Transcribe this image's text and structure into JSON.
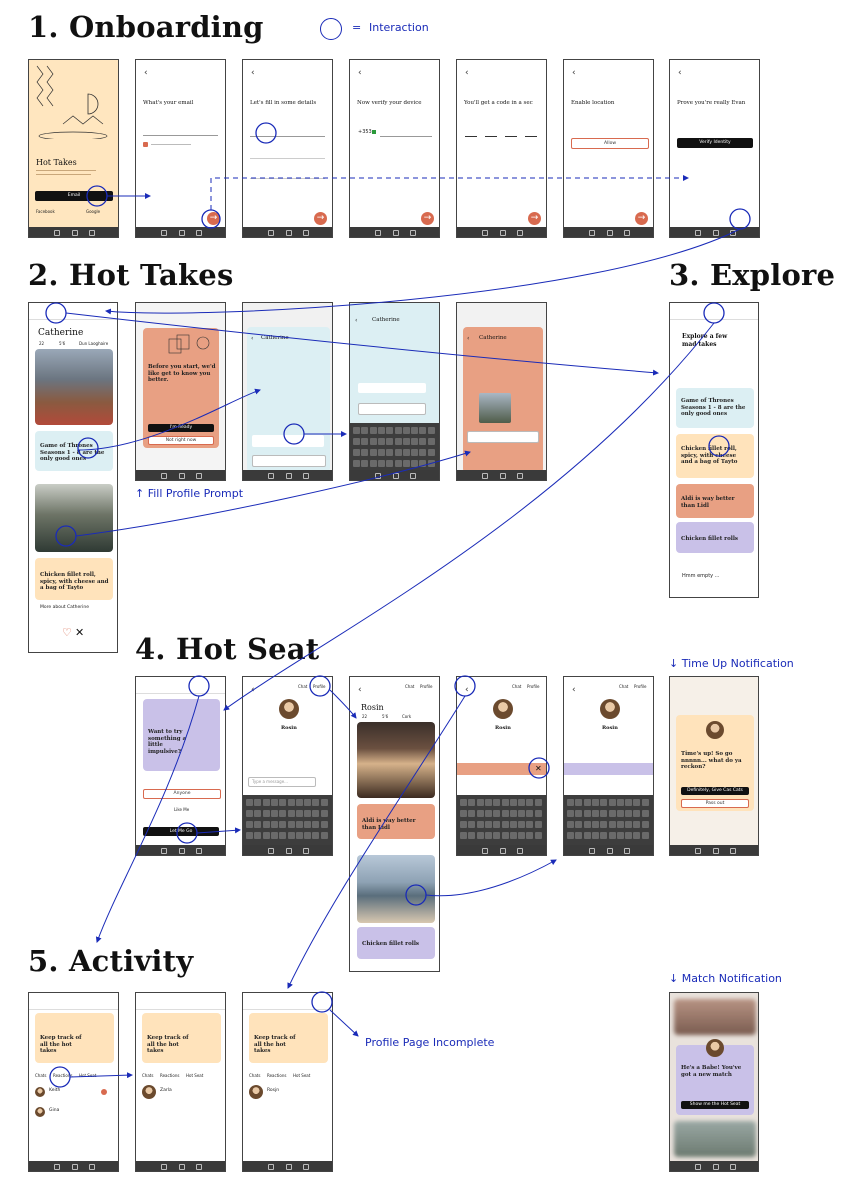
{
  "legend": {
    "equals": "=",
    "label": "Interaction"
  },
  "sections": {
    "onboarding": "1. Onboarding",
    "hot_takes": "2. Hot Takes",
    "explore": "3. Explore",
    "hot_seat": "4. Hot Seat",
    "activity": "5. Activity"
  },
  "notes": {
    "fill_profile": "↑ Fill Profile Prompt",
    "time_up": "↓ Time Up Notification",
    "match": "↓ Match Notification",
    "profile_incomplete": "Profile Page Incomplete"
  },
  "onboarding": {
    "splash_title": "Hot Takes",
    "splash_email": "Email",
    "splash_facebook": "Facebook",
    "splash_google": "Google",
    "email_title": "What's your email",
    "details_title": "Let's fill in some details",
    "verify_title": "Now verify your device",
    "verify_code": "+353",
    "code_title": "You'll get a code in a sec",
    "location_title": "Enable location",
    "location_allow": "Allow",
    "prove_title": "Prove you're really Evan",
    "prove_button": "Verify Identity"
  },
  "hot_takes": {
    "profile_name": "Catherine",
    "profile_age": "22",
    "profile_height": "5'6",
    "profile_place": "Dun Laoghaire",
    "take_1": "Game of Thrones Seasons 1 - 8 are the only good ones",
    "take_2": "Chicken fillet roll, spicy, with cheese and a bag of Tayto",
    "more_about": "More about Catherine",
    "prompt_title": "Before you start, we'd like get to know you better.",
    "prompt_yes": "I'm Ready",
    "prompt_no": "Not right now",
    "chat_name": "Catherine",
    "chat_name_2": "Catherine",
    "chat_name_3": "Catherine"
  },
  "explore": {
    "title": "Explore a few mad takes",
    "card_1": "Game of Thrones Seasons 1 - 8 are the only good ones",
    "card_2": "Chicken fillet roll, spicy, with cheese and a bag of Tayto",
    "card_3": "Aldi is way better than Lidl",
    "card_4": "Chicken fillet rolls",
    "empty": "Hmm empty ..."
  },
  "hot_seat": {
    "title": "Want to try something a little impulsive?",
    "option_1": "Anyone",
    "option_2": "Like Me",
    "option_3": "Let Me Go",
    "chat_tab": "Chat",
    "profile_tab": "Profile",
    "user_name": "Rosin",
    "user_age": "22",
    "user_height": "5'6",
    "user_place": "Cork",
    "take_1": "Aldi is way better than Lidl",
    "take_2": "Chicken fillet rolls",
    "typing": "Type a message...",
    "time_title": "Time's up! So go nnnnn... what do ya reckon?",
    "time_yes": "Definitely, Give Cas Cats",
    "time_no": "Pass out"
  },
  "activity": {
    "title": "Keep track of all the hot takes",
    "tab_chats": "Chats",
    "tab_reactions": "Reactions",
    "tab_hotseat": "Hot Seat",
    "user_1": "Keith",
    "user_2": "Gina",
    "user_3": "Zarla",
    "user_4": "Rosjn",
    "match_title": "He's a Babe! You've got a new match",
    "match_button": "Show me the Hot Seat"
  },
  "colors": {
    "accent_blue": "#1a2bb8",
    "orange": "#d86a4f",
    "peach": "#ffe3bb",
    "salmon": "#e8a083",
    "light_blue": "#dceff3",
    "lavender": "#c9c1e8"
  }
}
